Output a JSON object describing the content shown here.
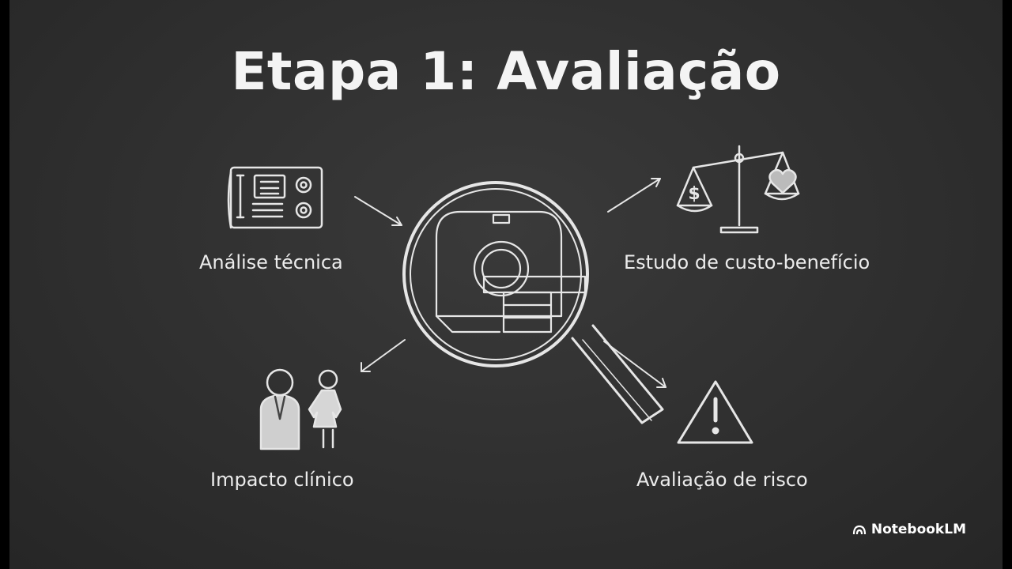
{
  "slide": {
    "title": "Etapa 1: Avaliação",
    "items": [
      {
        "label": "Análise técnica"
      },
      {
        "label": "Estudo de custo-benefício"
      },
      {
        "label": "Impacto clínico"
      },
      {
        "label": "Avaliação de risco"
      }
    ]
  },
  "brand": {
    "name": "NotebookLM"
  },
  "icons": [
    "document-gears-icon",
    "ct-scanner-icon",
    "magnifying-glass-icon",
    "balance-scale-icon",
    "people-icon",
    "warning-icon"
  ],
  "colors": {
    "board": "#2f2f2f",
    "chalk": "#ececec"
  }
}
